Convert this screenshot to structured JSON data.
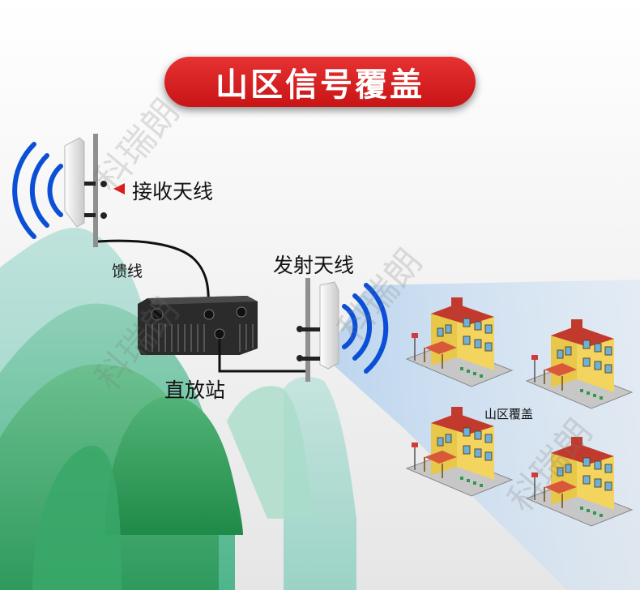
{
  "title": "山区信号覆盖",
  "labels": {
    "receive_antenna": "接收天线",
    "feeder": "馈线",
    "transmit_antenna": "发射天线",
    "repeater": "直放站",
    "coverage_area": "山区覆盖"
  },
  "watermark": "科瑞朗",
  "colors": {
    "title_red": "#d61f1f",
    "signal_blue": "#0a4fd6",
    "coverage_beam": "#cfe0f2"
  }
}
